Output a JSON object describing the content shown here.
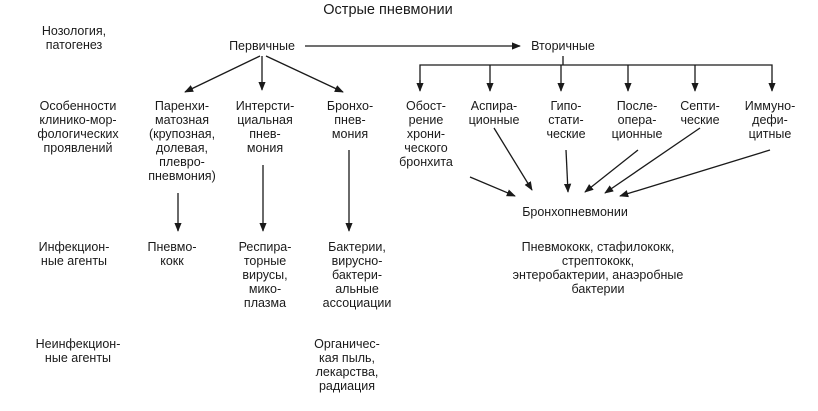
{
  "title": "Острые пневмонии",
  "row_labels": {
    "nosology": "Нозология,\nпатогенез",
    "features": "Особенности\nклинико-мор-\nфологических\nпроявлений",
    "infectious": "Инфекцион-\nные агенты",
    "noninfectious": "Неинфекцион-\nные агенты"
  },
  "primary": {
    "label": "Первичные",
    "types": [
      "Паренхи-\nматозная\n(крупозная,\nдолевая,\nплевро-\nпневмония)",
      "Интерсти-\nциальная\nпнев-\nмония",
      "Бронхо-\nпнев-\nмония"
    ],
    "infectious_agents": [
      "Пневмо-\nкокк",
      "Респира-\nторные\nвирусы,\nмико-\nплазма",
      "Бактерии,\nвирусно-\nбактери-\nальные\nассоциации"
    ],
    "noninfectious_agents": "Органичес-\nкая пыль,\nлекарства,\nрадиация"
  },
  "secondary": {
    "label": "Вторичные",
    "types": [
      "Обост-\nрение\nхрони-\nческого\nбронхита",
      "Аспира-\nционные",
      "Гипо-\nстати-\nческие",
      "После-\nопера-\nционные",
      "Септи-\nческие",
      "Иммуно-\nдефи-\nцитные"
    ],
    "result": "Бронхопневмонии",
    "infectious_agents": "Пневмококк, стафилококк, стрептококк,\nэнтеробактерии, анаэробные бактерии"
  }
}
